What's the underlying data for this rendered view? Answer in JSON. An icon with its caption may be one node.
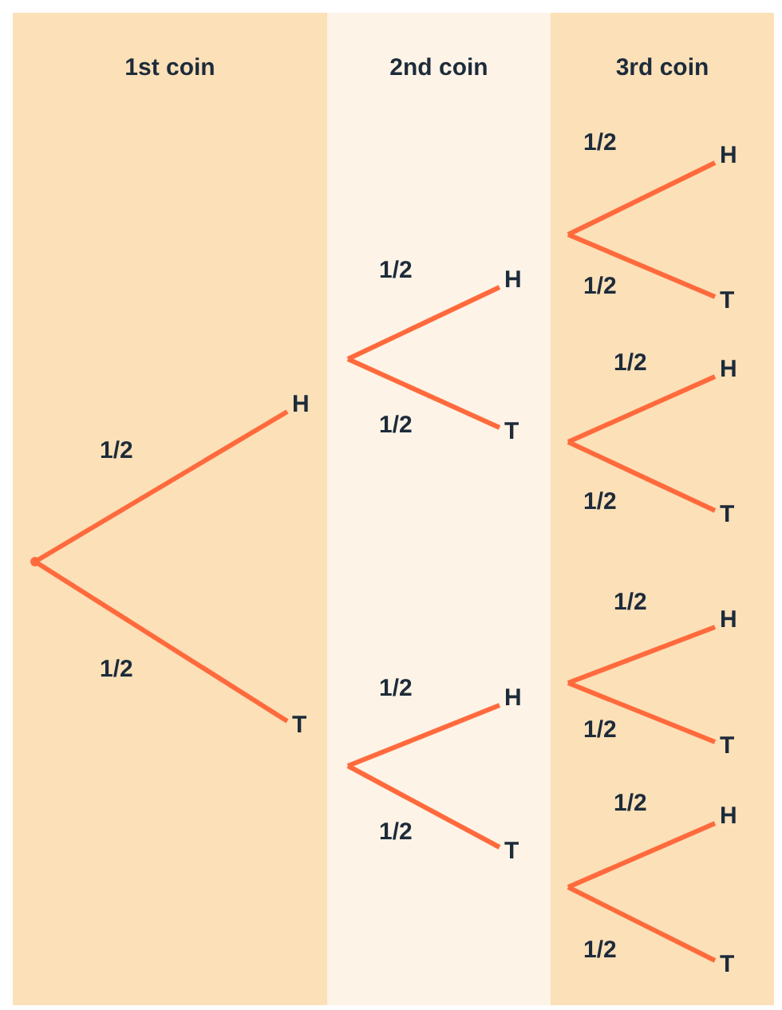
{
  "diagram": {
    "nodes": [
      {
        "text": [
          "1st coin"
        ]
      },
      {
        "text": [
          "2nd coin"
        ]
      },
      {
        "text": [
          "3rd coin"
        ]
      },
      {
        "text": [],
        "shape": "circle",
        "in": 0
      },
      {
        "text": [
          "H"
        ],
        "in": 0
      },
      {
        "text": [
          "T"
        ],
        "in": 0
      },
      {
        "text": [
          "H"
        ],
        "in": 1
      },
      {
        "text": [
          "T"
        ],
        "in": 1
      },
      {
        "text": [
          "H"
        ],
        "in": 1
      },
      {
        "text": [
          "T"
        ],
        "in": 1
      },
      {
        "text": [
          "H"
        ],
        "in": 2
      },
      {
        "text": [
          "T"
        ],
        "in": 2
      },
      {
        "text": [
          "H"
        ],
        "in": 2
      },
      {
        "text": [
          "T"
        ],
        "in": 2
      },
      {
        "text": [
          "H"
        ],
        "in": 2
      },
      {
        "text": [
          "T"
        ],
        "in": 2
      },
      {
        "text": [
          "H"
        ],
        "in": 2
      },
      {
        "text": [
          "T"
        ],
        "in": 2
      }
    ],
    "edges": [
      {
        "from": 3,
        "to": 4,
        "arrow": "none",
        "label": "1/2"
      },
      {
        "from": 3,
        "to": 5,
        "arrow": "none",
        "label": "1/2"
      },
      {
        "from": 4,
        "to": 6,
        "arrow": "none",
        "label": "1/2"
      },
      {
        "from": 4,
        "to": 7,
        "arrow": "none",
        "label": "1/2"
      },
      {
        "from": 5,
        "to": 8,
        "arrow": "none",
        "label": "1/2"
      },
      {
        "from": 5,
        "to": 9,
        "arrow": "none",
        "label": "1/2"
      },
      {
        "from": 6,
        "to": 10,
        "arrow": "none",
        "label": "1/2"
      },
      {
        "from": 6,
        "to": 11,
        "arrow": "none",
        "label": "1/2"
      },
      {
        "from": 7,
        "to": 12,
        "arrow": "none",
        "label": "1/2"
      },
      {
        "from": 7,
        "to": 13,
        "arrow": "none",
        "label": "1/2"
      },
      {
        "from": 8,
        "to": 14,
        "arrow": "none",
        "label": "1/2"
      },
      {
        "from": 8,
        "to": 15,
        "arrow": "none",
        "label": "1/2"
      },
      {
        "from": 9,
        "to": 16,
        "arrow": "none",
        "label": "1/2"
      },
      {
        "from": 9,
        "to": 17,
        "arrow": "none",
        "label": "1/2"
      }
    ]
  }
}
